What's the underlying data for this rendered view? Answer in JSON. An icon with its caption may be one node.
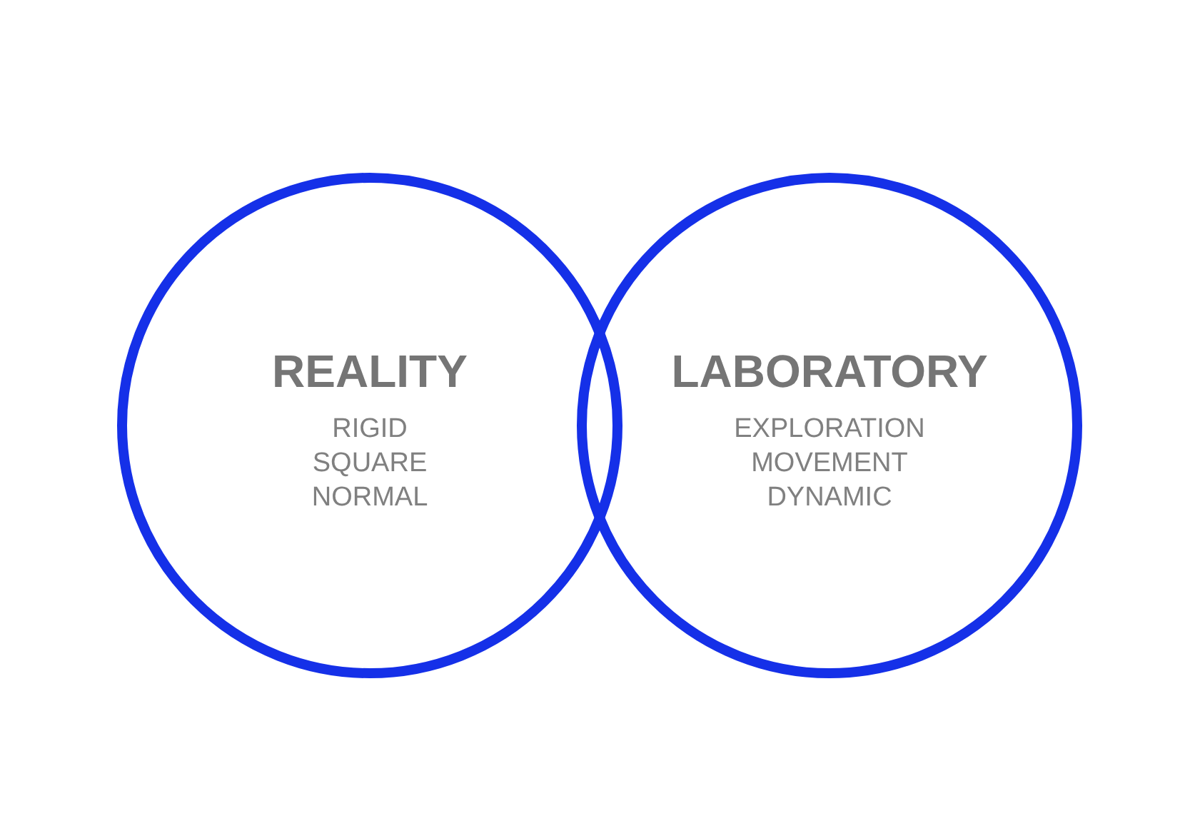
{
  "diagram": {
    "nodes": [
      {
        "text": [
          "REALITY",
          "RIGID",
          "SQUARE",
          "NORMAL"
        ]
      },
      {
        "text": [
          "LABORATORY",
          "EXPLORATION",
          "MOVEMENT",
          "DYNAMIC"
        ]
      }
    ]
  }
}
